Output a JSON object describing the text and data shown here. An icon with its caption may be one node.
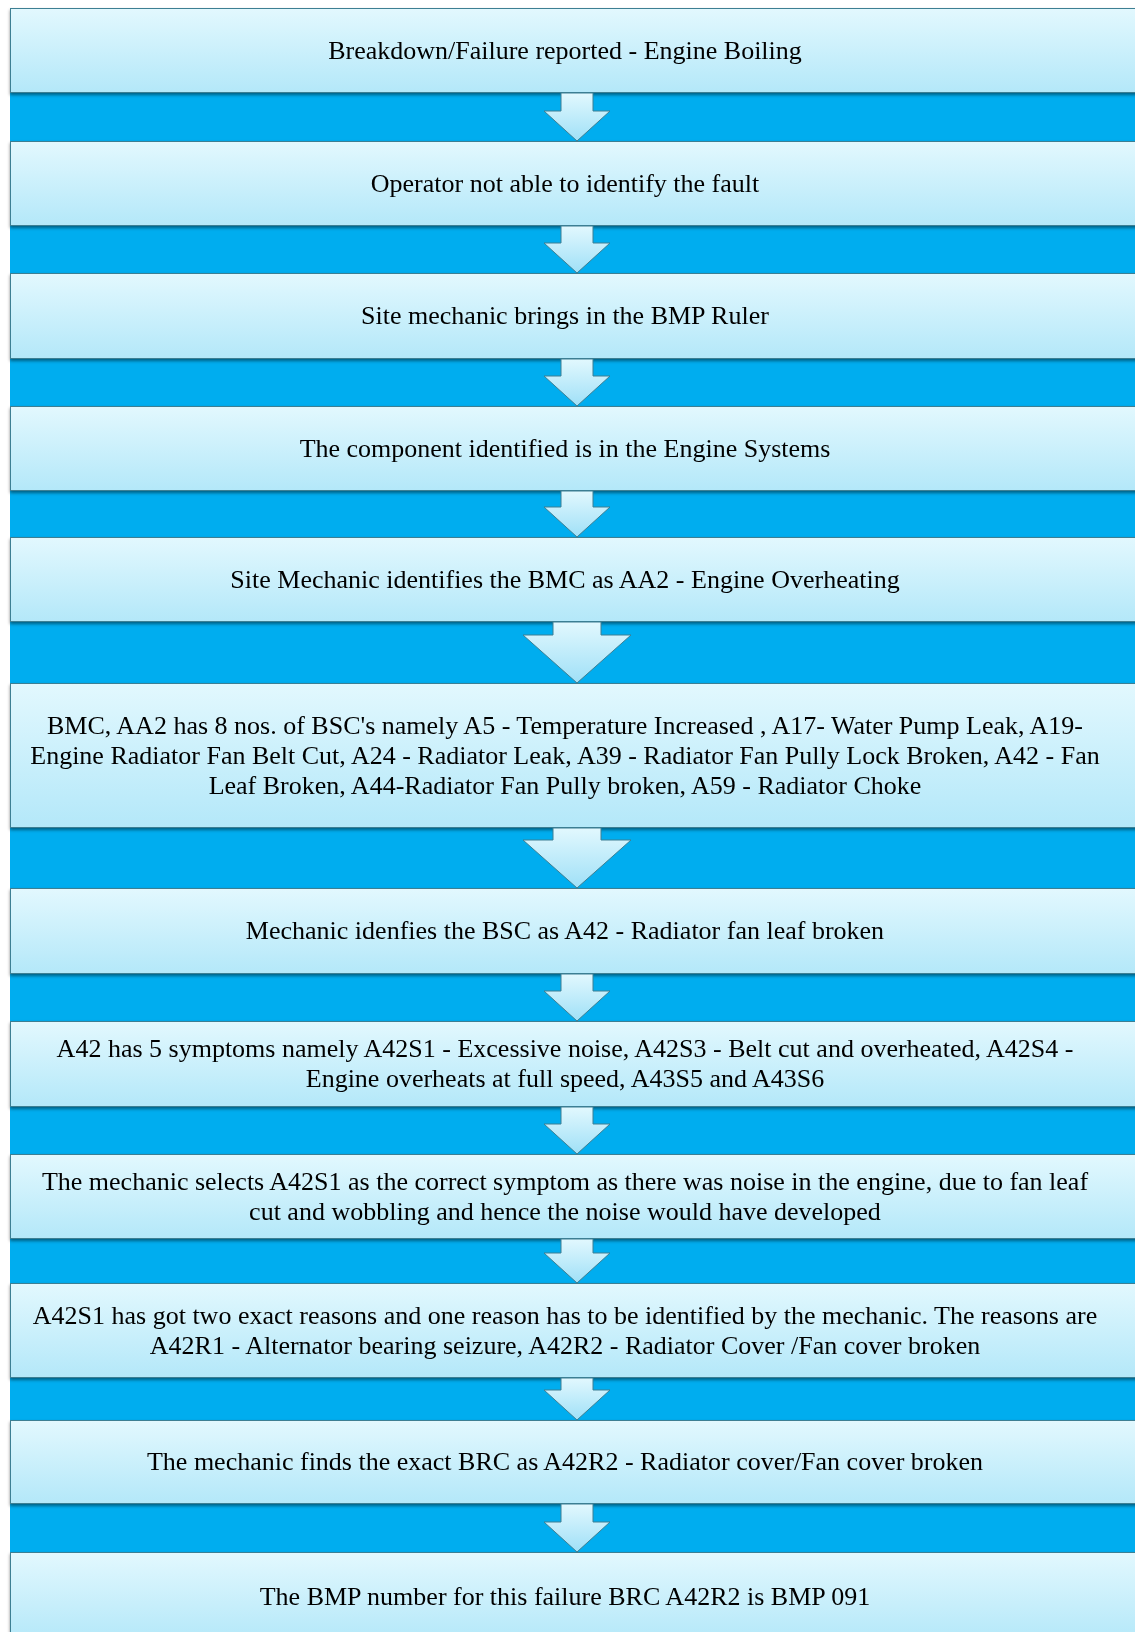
{
  "diagram": {
    "nodes": [
      {
        "text": [
          "Breakdown/Failure reported - Engine Boiling"
        ]
      },
      {
        "text": [
          "Operator not able to identify the fault"
        ]
      },
      {
        "text": [
          "Site mechanic brings in the BMP Ruler"
        ]
      },
      {
        "text": [
          "The component identified is in the Engine Systems"
        ]
      },
      {
        "text": [
          "Site Mechanic identifies the BMC as AA2 - Engine Overheating"
        ]
      },
      {
        "text": [
          "BMC, AA2 has 8 nos. of BSC's namely A5 - Temperature Increased , A17- Water Pump Leak, A19- Engine Radiator Fan Belt Cut, A24 - Radiator Leak, A39 - Radiator Fan Pully Lock Broken, A42 - Fan Leaf Broken, A44-Radiator Fan Pully broken, A59 - Radiator Choke"
        ]
      },
      {
        "text": [
          "Mechanic idenfies the BSC as A42 - Radiator fan leaf broken"
        ]
      },
      {
        "text": [
          "A42 has 5 symptoms namely A42S1 - Excessive noise, A42S3 - Belt cut and overheated, A42S4 - Engine overheats at full speed, A43S5 and A43S6"
        ]
      },
      {
        "text": [
          "The mechanic selects A42S1 as the correct symptom as there was noise in the engine, due to fan leaf cut and wobbling and hence the noise would have developed"
        ]
      },
      {
        "text": [
          "A42S1 has got two exact reasons and one reason has to be identified by the mechanic. The reasons are A42R1 - Alternator bearing seizure, A42R2 - Radiator Cover /Fan cover broken"
        ]
      },
      {
        "text": [
          "The mechanic finds the exact BRC as A42R2 - Radiator cover/Fan cover broken"
        ]
      },
      {
        "text": [
          "The BMP number for this failure BRC A42R2 is BMP 091"
        ]
      }
    ],
    "edges": [
      {
        "from": 0,
        "to": 1,
        "arrow": "to"
      },
      {
        "from": 1,
        "to": 2,
        "arrow": "to"
      },
      {
        "from": 2,
        "to": 3,
        "arrow": "to"
      },
      {
        "from": 3,
        "to": 4,
        "arrow": "to"
      },
      {
        "from": 4,
        "to": 5,
        "arrow": "to"
      },
      {
        "from": 5,
        "to": 6,
        "arrow": "to"
      },
      {
        "from": 6,
        "to": 7,
        "arrow": "to"
      },
      {
        "from": 7,
        "to": 8,
        "arrow": "to"
      },
      {
        "from": 8,
        "to": 9,
        "arrow": "to"
      },
      {
        "from": 9,
        "to": 10,
        "arrow": "to"
      },
      {
        "from": 10,
        "to": 11,
        "arrow": "to"
      }
    ]
  }
}
